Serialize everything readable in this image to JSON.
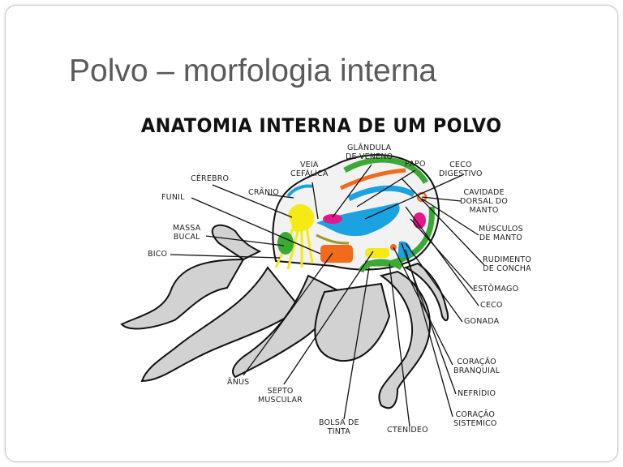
{
  "slide": {
    "title": "Polvo – morfologia interna"
  },
  "diagram": {
    "heading": "ANATOMIA INTERNA DE UM POLVO",
    "labels": {
      "glandula": "GLÂNDULA\nDE VENENO",
      "papo": "PAPO",
      "veia": "VEIA\nCEFÁLICA",
      "ceco_digestivo": "CECO\nDIGESTIVO",
      "cerebro": "CÉREBRO",
      "cranio": "CRÂNIO",
      "cavidade": "CAVIDADE\nDORSAL DO\nMANTO",
      "funil": "FUNIL",
      "massa": "MASSA\nBUCAL",
      "musculos": "MÚSCULOS\nDE MANTO",
      "bico": "BICO",
      "rudimento": "RUDIMENTO\nDE CONCHA",
      "estomago": "ESTÔMAGO",
      "ceco": "CECO",
      "gonada": "GONADA",
      "anus": "ÂNUS",
      "septo": "SEPTO\nMUSCULAR",
      "coracao_branquial": "CORAÇÃO\nBRANQUIAL",
      "nefridio": "NEFRÍDIO",
      "coracao_sistemico": "CORAÇÃO\nSISTEMICO",
      "bolsa": "BOLSA DE\nTINTA",
      "ctenideo": "CTENIDEO"
    },
    "colors": {
      "body": "#cfcfcf",
      "green": "#3aaa35",
      "blue": "#1aa3e0",
      "yellow": "#f5ea14",
      "orange": "#f26a1b",
      "magenta": "#e6168c",
      "olive": "#9a9a2a"
    }
  }
}
